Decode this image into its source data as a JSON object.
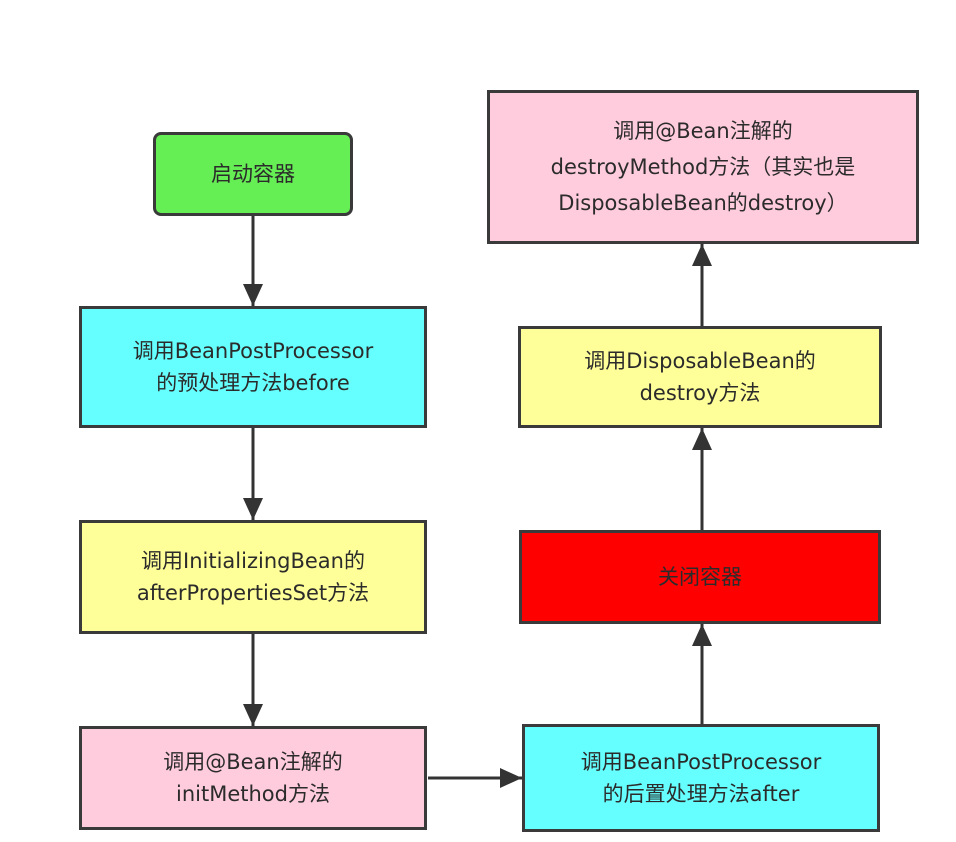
{
  "nodes": {
    "start": {
      "text": "启动容器",
      "color": "#66ee55"
    },
    "bpp_before": {
      "text": "调用BeanPostProcessor\n的预处理方法before",
      "color": "#66ffff"
    },
    "init_bean": {
      "text": "调用InitializingBean的\nafterPropertiesSet方法",
      "color": "#ffff99"
    },
    "init_method": {
      "text": "调用@Bean注解的\ninitMethod方法",
      "color": "#ffccdd"
    },
    "bpp_after": {
      "text": "调用BeanPostProcessor\n的后置处理方法after",
      "color": "#66ffff"
    },
    "close": {
      "text": "关闭容器",
      "color": "#ff0000"
    },
    "disposable_destroy": {
      "text": "调用DisposableBean的\ndestroy方法",
      "color": "#ffff99"
    },
    "destroy_method": {
      "text": "调用@Bean注解的\ndestroyMethod方法（其实也是\nDisposableBean的destroy）",
      "color": "#ffccdd"
    }
  }
}
